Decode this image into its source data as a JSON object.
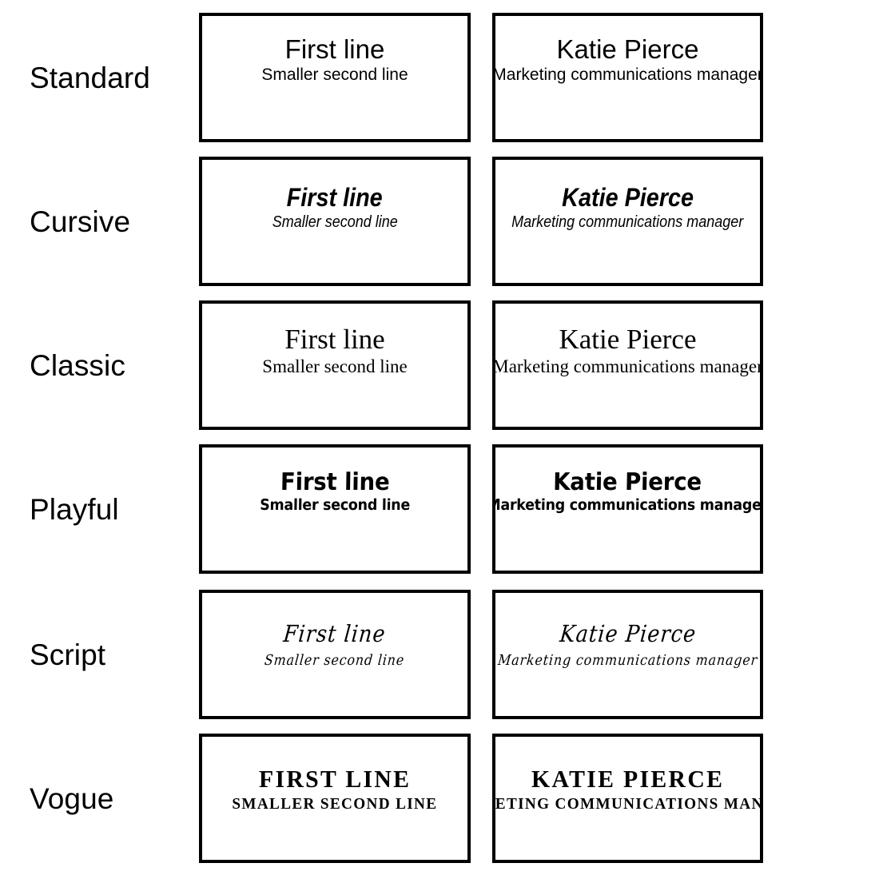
{
  "page": {
    "background_color": "#ffffff",
    "text_color": "#000000",
    "card_border_color": "#000000"
  },
  "columns": [
    {
      "key": "generic",
      "sample_type": "placeholder"
    },
    {
      "key": "sample",
      "sample_type": "example"
    }
  ],
  "generic_card": {
    "primary": "First line",
    "secondary": "Smaller second line"
  },
  "sample_card": {
    "primary": "Katie Pierce",
    "secondary": "Marketing communications manager"
  },
  "rows": [
    {
      "label": "Standard",
      "style_key": "standard",
      "generic": {
        "primary": "First line",
        "secondary": "Smaller second line"
      },
      "sample": {
        "primary": "Katie Pierce",
        "secondary": "Marketing communications manager"
      }
    },
    {
      "label": "Cursive",
      "style_key": "cursive",
      "generic": {
        "primary": "First line",
        "secondary": "Smaller second line"
      },
      "sample": {
        "primary": "Katie Pierce",
        "secondary": "Marketing communications manager"
      }
    },
    {
      "label": "Classic",
      "style_key": "classic",
      "generic": {
        "primary": "First line",
        "secondary": "Smaller second line"
      },
      "sample": {
        "primary": "Katie Pierce",
        "secondary": "Marketing communications manager"
      }
    },
    {
      "label": "Playful",
      "style_key": "playful",
      "generic": {
        "primary": "First line",
        "secondary": "Smaller second line"
      },
      "sample": {
        "primary": "Katie Pierce",
        "secondary": "Marketing communications manager"
      }
    },
    {
      "label": "Script",
      "style_key": "script",
      "generic": {
        "primary": "First line",
        "secondary": "Smaller second line"
      },
      "sample": {
        "primary": "Katie Pierce",
        "secondary": "Marketing communications manager"
      }
    },
    {
      "label": "Vogue",
      "style_key": "vogue",
      "generic": {
        "primary": "FIRST LINE",
        "secondary": "SMALLER SECOND LINE"
      },
      "sample": {
        "primary": "KATIE PIERCE",
        "secondary": "MARKETING COMMUNICATIONS MANAGER"
      }
    }
  ]
}
